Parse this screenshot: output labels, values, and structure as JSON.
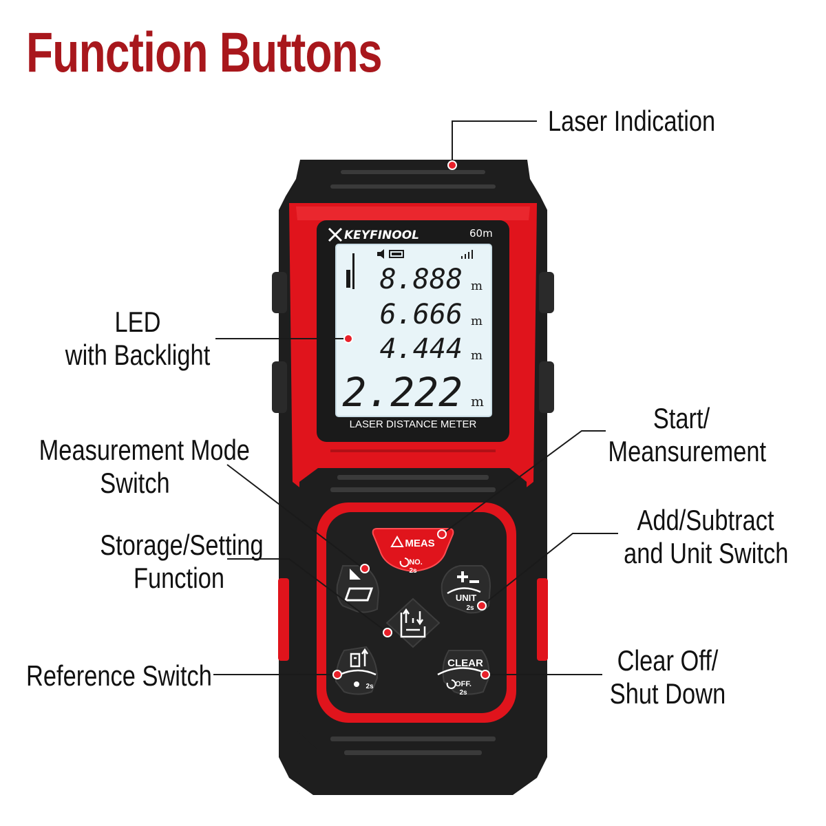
{
  "title": "Function Buttons",
  "callouts": {
    "laser_indication": "Laser Indication",
    "led_line1": "LED",
    "led_line2": "with Backlight",
    "measurement_mode_line1": "Measurement Mode",
    "measurement_mode_line2": "Switch",
    "storage_line1": "Storage/Setting",
    "storage_line2": "Function",
    "reference_switch": "Reference Switch",
    "start_line1": "Start/",
    "start_line2": "Meansurement",
    "add_subtract_line1": "Add/Subtract",
    "add_subtract_line2": "and Unit Switch",
    "clear_line1": "Clear Off/",
    "clear_line2": "Shut Down"
  },
  "device": {
    "brand": "KEYFINOOL",
    "range": "60m",
    "screen_label": "LASER DISTANCE METER",
    "readings": [
      "8.888",
      "6.666",
      "4.444",
      "2.222"
    ],
    "unit": "m",
    "buttons": {
      "meas_top": "MEAS",
      "meas_bottom": "NO.",
      "meas_hold": "2s",
      "unit_label": "UNIT",
      "unit_hold": "2s",
      "ref_hold": "2s",
      "clear_top": "CLEAR",
      "clear_bottom": "OFF.",
      "clear_hold": "2s"
    }
  },
  "colors": {
    "title": "#a8171c",
    "body_red": "#e0141c",
    "body_dark": "#1e1e1e",
    "screen": "#e8f4f8",
    "callout_dot": "#e8202a"
  }
}
